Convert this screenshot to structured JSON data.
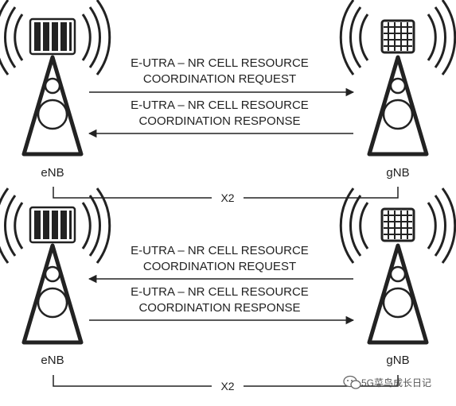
{
  "panels": [
    {
      "left_node": "eNB",
      "right_node": "gNB",
      "interface_label": "X2",
      "messages": [
        {
          "line1": "E-UTRA – NR CELL RESOURCE",
          "line2": "COORDINATION REQUEST",
          "direction": "right"
        },
        {
          "line1": "E-UTRA – NR CELL RESOURCE",
          "line2": "COORDINATION RESPONSE",
          "direction": "left"
        }
      ]
    },
    {
      "left_node": "eNB",
      "right_node": "gNB",
      "interface_label": "X2",
      "messages": [
        {
          "line1": "E-UTRA – NR CELL RESOURCE",
          "line2": "COORDINATION REQUEST",
          "direction": "left"
        },
        {
          "line1": "E-UTRA – NR CELL RESOURCE",
          "line2": "COORDINATION RESPONSE",
          "direction": "right"
        }
      ]
    }
  ],
  "watermark": "5G菜鸟成长日记",
  "icons": {
    "enb": "enb-tower-icon",
    "gnb": "gnb-tower-icon",
    "watermark": "wechat-icon"
  }
}
